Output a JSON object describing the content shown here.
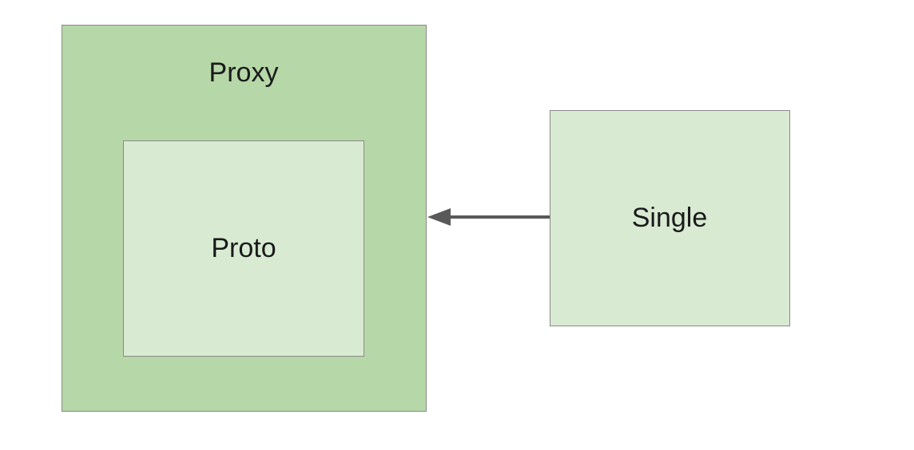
{
  "diagram": {
    "proxy": {
      "label": "Proxy",
      "fill": "#b6d7a8"
    },
    "proto": {
      "label": "Proto",
      "fill": "#d9ead3"
    },
    "single": {
      "label": "Single",
      "fill": "#d9ead3"
    },
    "arrow": {
      "from": "single",
      "to": "proxy",
      "color": "#595959"
    }
  }
}
